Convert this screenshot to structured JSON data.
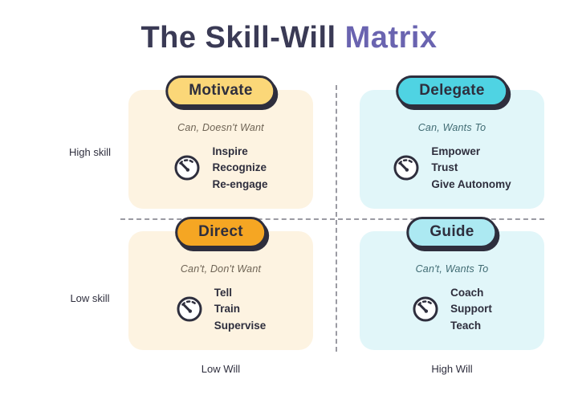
{
  "title": {
    "part1": "The Skill-Will",
    "part2": "Matrix",
    "text_color": "#3a3a55",
    "accent_color": "#6a64b0"
  },
  "axes": {
    "left_top": "High skill",
    "left_bottom": "Low skill",
    "bottom_left": "Low Will",
    "bottom_right": "High Will"
  },
  "icons": {
    "gauge": "gauge-speedometer-icon"
  },
  "colors": {
    "outline": "#2e2e3d",
    "dashed_line": "#9b9ba3",
    "background": "#ffffff"
  },
  "quadrants": [
    {
      "id": "motivate",
      "label": "Motivate",
      "subtitle": "Can, Doesn't Want",
      "actions": [
        "Inspire",
        "Recognize",
        "Re-engage"
      ],
      "badge_color": "#fbd778",
      "card_color": "#fdf3e1",
      "subtitle_color": "#6e6354"
    },
    {
      "id": "delegate",
      "label": "Delegate",
      "subtitle": "Can, Wants To",
      "actions": [
        "Empower",
        "Trust",
        "Give Autonomy"
      ],
      "badge_color": "#4fd3e3",
      "card_color": "#e1f6f9",
      "subtitle_color": "#3f6a72"
    },
    {
      "id": "direct",
      "label": "Direct",
      "subtitle": "Can't, Don't Want",
      "actions": [
        "Tell",
        "Train",
        "Supervise"
      ],
      "badge_color": "#f5a623",
      "card_color": "#fdf3e1",
      "subtitle_color": "#6e6354"
    },
    {
      "id": "guide",
      "label": "Guide",
      "subtitle": "Can't, Wants To",
      "actions": [
        "Coach",
        "Support",
        "Teach"
      ],
      "badge_color": "#ace9f2",
      "card_color": "#e1f6f9",
      "subtitle_color": "#3f6a72"
    }
  ]
}
